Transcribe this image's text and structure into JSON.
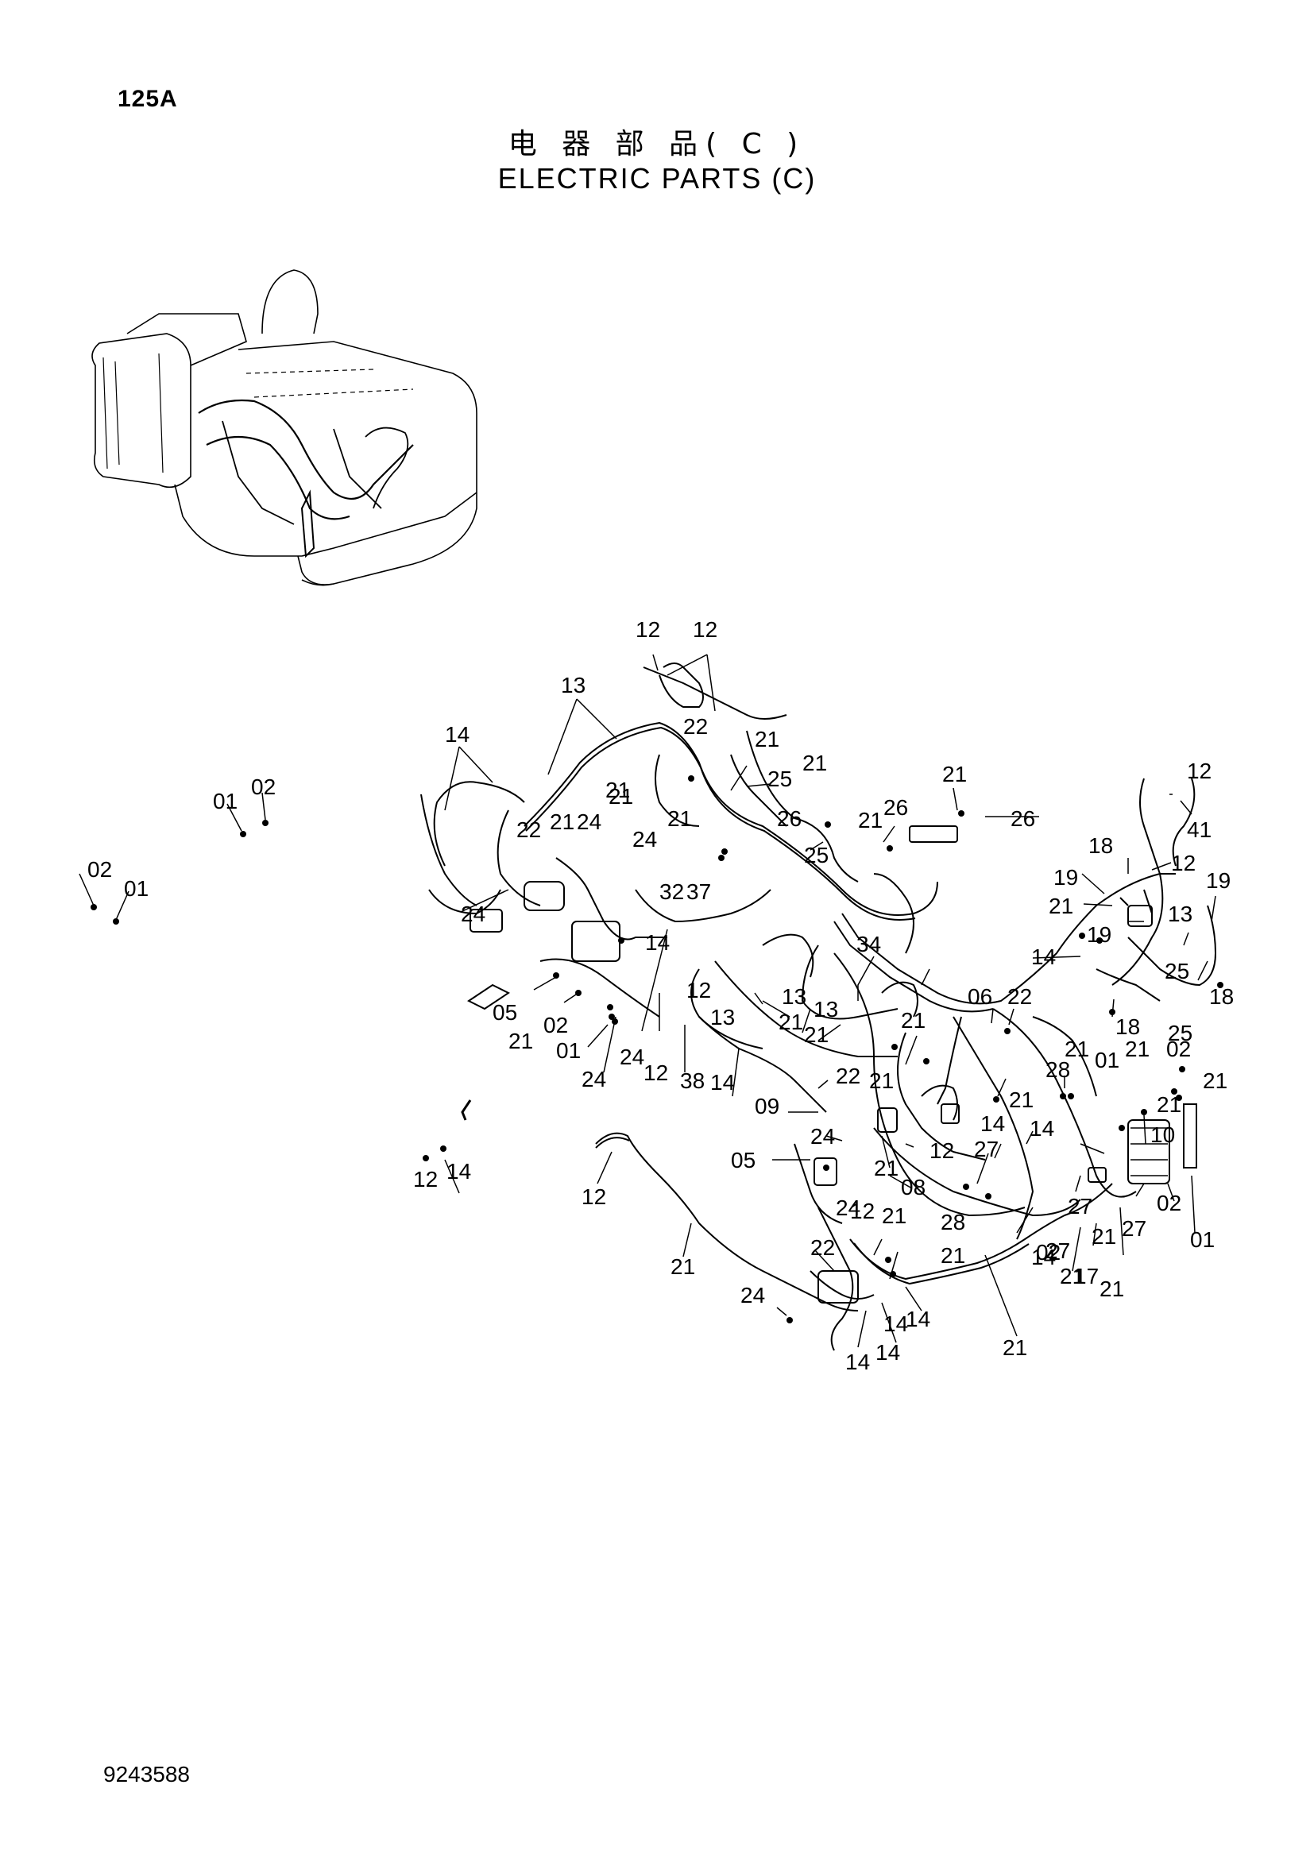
{
  "page_code": "125A",
  "title_cn": "电 器 部 品( C )",
  "title_en": "ELECTRIC  PARTS (C)",
  "drawing_number": "9243588",
  "callouts": [
    {
      "id": "c1",
      "text": "12"
    },
    {
      "id": "c2",
      "text": "12"
    },
    {
      "id": "c3",
      "text": "13"
    },
    {
      "id": "c4",
      "text": "14"
    },
    {
      "id": "c5",
      "text": "22"
    },
    {
      "id": "c6",
      "text": "21"
    },
    {
      "id": "c7",
      "text": "21"
    },
    {
      "id": "c8",
      "text": "25"
    },
    {
      "id": "c9",
      "text": "21"
    },
    {
      "id": "c10",
      "text": "21"
    },
    {
      "id": "c11",
      "text": "26"
    },
    {
      "id": "c12",
      "text": "21"
    },
    {
      "id": "c13",
      "text": "26"
    },
    {
      "id": "c14",
      "text": "25"
    },
    {
      "id": "c15",
      "text": "26"
    },
    {
      "id": "c16",
      "text": "21"
    },
    {
      "id": "c17",
      "text": "12"
    },
    {
      "id": "c18",
      "text": "41"
    },
    {
      "id": "c19",
      "text": "01"
    },
    {
      "id": "c20",
      "text": "02"
    },
    {
      "id": "c21",
      "text": "02"
    },
    {
      "id": "c22",
      "text": "01"
    },
    {
      "id": "c23",
      "text": "22"
    },
    {
      "id": "c24",
      "text": "21"
    },
    {
      "id": "c25",
      "text": "24"
    },
    {
      "id": "c26",
      "text": "21"
    },
    {
      "id": "c27",
      "text": "24"
    },
    {
      "id": "c28",
      "text": "32"
    },
    {
      "id": "c29",
      "text": "37"
    },
    {
      "id": "c30",
      "text": "14"
    },
    {
      "id": "c31",
      "text": "24"
    },
    {
      "id": "c32",
      "text": "18"
    },
    {
      "id": "c33",
      "text": "12"
    },
    {
      "id": "c34",
      "text": "19"
    },
    {
      "id": "c35",
      "text": "19"
    },
    {
      "id": "c36",
      "text": "21"
    },
    {
      "id": "c37",
      "text": "13"
    },
    {
      "id": "c38",
      "text": "19"
    },
    {
      "id": "c39",
      "text": "14"
    },
    {
      "id": "c40",
      "text": "25"
    },
    {
      "id": "c41",
      "text": "18"
    },
    {
      "id": "c42",
      "text": "05"
    },
    {
      "id": "c43",
      "text": "21"
    },
    {
      "id": "c44",
      "text": "12"
    },
    {
      "id": "c45",
      "text": "13"
    },
    {
      "id": "c46",
      "text": "21"
    },
    {
      "id": "c47",
      "text": "13"
    },
    {
      "id": "c48",
      "text": "34"
    },
    {
      "id": "c49",
      "text": "02"
    },
    {
      "id": "c50",
      "text": "13"
    },
    {
      "id": "c51",
      "text": "24"
    },
    {
      "id": "c52",
      "text": "01"
    },
    {
      "id": "c53",
      "text": "21"
    },
    {
      "id": "c54",
      "text": "24"
    },
    {
      "id": "c55",
      "text": "12"
    },
    {
      "id": "c56",
      "text": "38"
    },
    {
      "id": "c57",
      "text": "14"
    },
    {
      "id": "c58",
      "text": "22"
    },
    {
      "id": "c59",
      "text": "21"
    },
    {
      "id": "c60",
      "text": "06"
    },
    {
      "id": "c61",
      "text": "22"
    },
    {
      "id": "c62",
      "text": "21"
    },
    {
      "id": "c63",
      "text": "18"
    },
    {
      "id": "c64",
      "text": "25"
    },
    {
      "id": "c65",
      "text": "21"
    },
    {
      "id": "c66",
      "text": "21"
    },
    {
      "id": "c67",
      "text": "01"
    },
    {
      "id": "c68",
      "text": "02"
    },
    {
      "id": "c69",
      "text": "21"
    },
    {
      "id": "c70",
      "text": "28"
    },
    {
      "id": "c71",
      "text": "21"
    },
    {
      "id": "c72",
      "text": "14"
    },
    {
      "id": "c73",
      "text": "21"
    },
    {
      "id": "c74",
      "text": "14"
    },
    {
      "id": "c75",
      "text": "10"
    },
    {
      "id": "c76",
      "text": "09"
    },
    {
      "id": "c77",
      "text": "24"
    },
    {
      "id": "c78",
      "text": "05"
    },
    {
      "id": "c79",
      "text": "21"
    },
    {
      "id": "c80",
      "text": "12"
    },
    {
      "id": "c81",
      "text": "27"
    },
    {
      "id": "c82",
      "text": "08"
    },
    {
      "id": "c83",
      "text": "02"
    },
    {
      "id": "c84",
      "text": "01"
    },
    {
      "id": "c85",
      "text": "12"
    },
    {
      "id": "c86",
      "text": "14"
    },
    {
      "id": "c87",
      "text": "12"
    },
    {
      "id": "c88",
      "text": "21"
    },
    {
      "id": "c89",
      "text": "24"
    },
    {
      "id": "c90",
      "text": "21"
    },
    {
      "id": "c91",
      "text": "28"
    },
    {
      "id": "c92",
      "text": "21"
    },
    {
      "id": "c93",
      "text": "27"
    },
    {
      "id": "c94",
      "text": "14"
    },
    {
      "id": "c95",
      "text": "21"
    },
    {
      "id": "c96",
      "text": "27"
    },
    {
      "id": "c97",
      "text": "17"
    },
    {
      "id": "c98",
      "text": "27"
    },
    {
      "id": "c99",
      "text": "22"
    },
    {
      "id": "c100",
      "text": "14"
    },
    {
      "id": "c101",
      "text": "21"
    },
    {
      "id": "c102",
      "text": "14"
    },
    {
      "id": "c103",
      "text": "14"
    },
    {
      "id": "c104",
      "text": "14"
    },
    {
      "id": "c105",
      "text": "24"
    },
    {
      "id": "c106",
      "text": "21"
    },
    {
      "id": "c107",
      "text": "02"
    },
    {
      "id": "c108",
      "text": "21"
    },
    {
      "id": "c109",
      "text": "12"
    }
  ]
}
